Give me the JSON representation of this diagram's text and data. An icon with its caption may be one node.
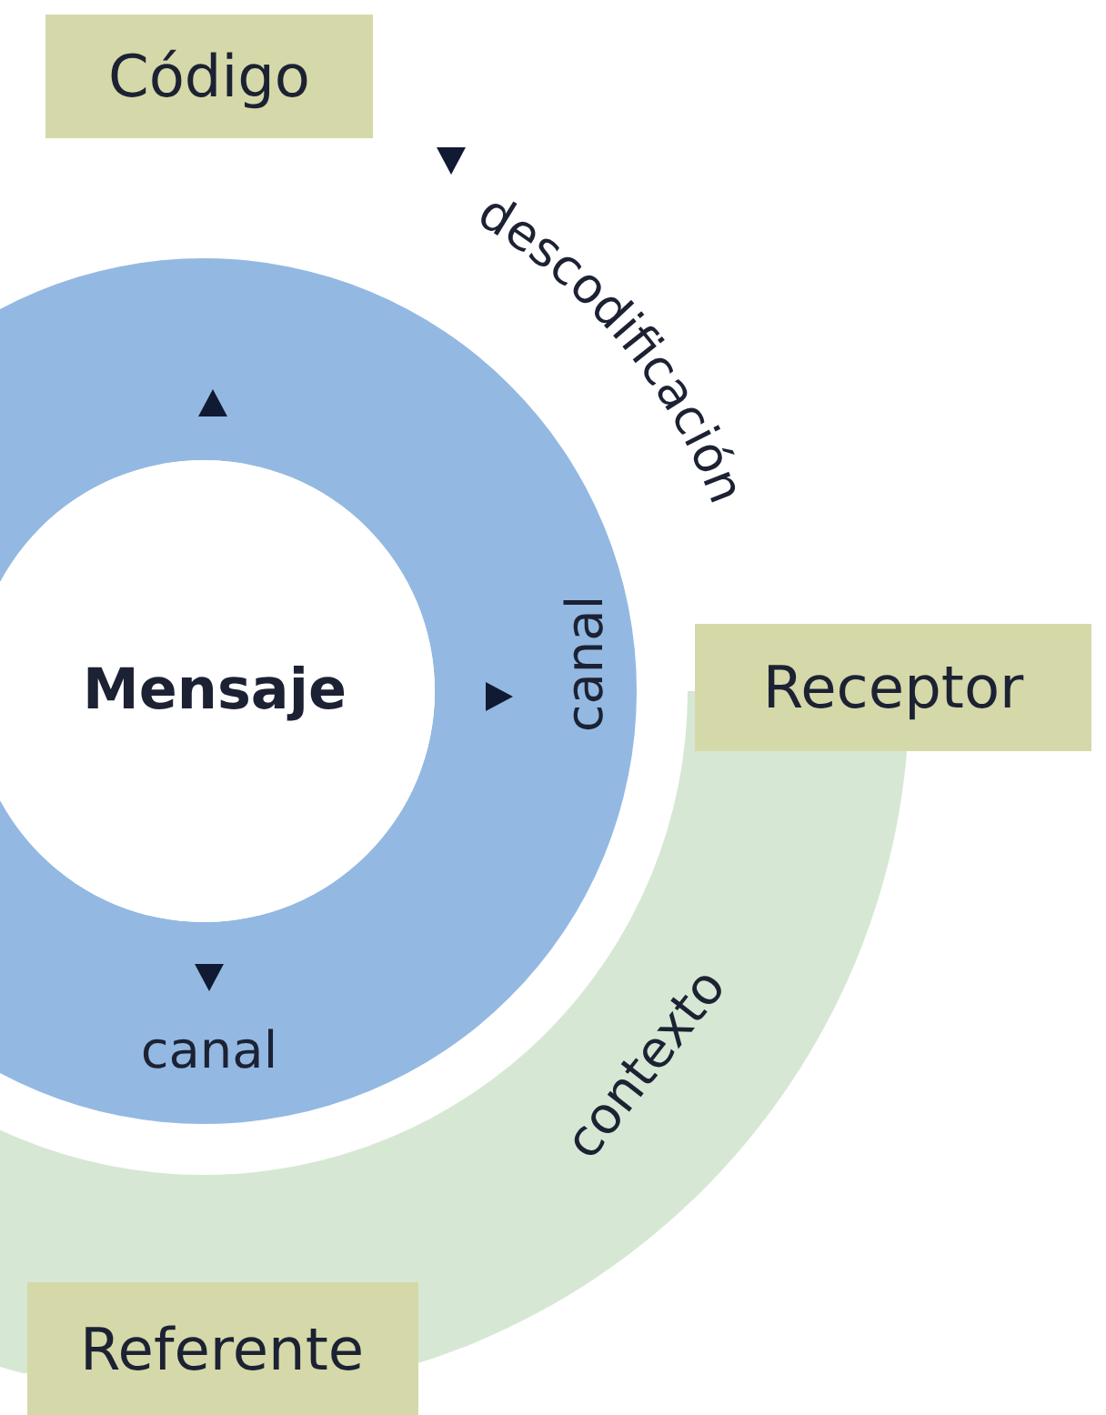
{
  "diagram": {
    "nodes": [
      {
        "text": [
          "Código"
        ]
      },
      {
        "text": [
          "canal",
          "canal"
        ]
      },
      {
        "text": [
          "Mensaje"
        ],
        "in": 1
      },
      {
        "text": [
          "Receptor"
        ]
      },
      {
        "text": [
          "contexto"
        ]
      },
      {
        "text": [
          "Referente"
        ]
      }
    ],
    "labels": [
      "descodificación"
    ]
  }
}
